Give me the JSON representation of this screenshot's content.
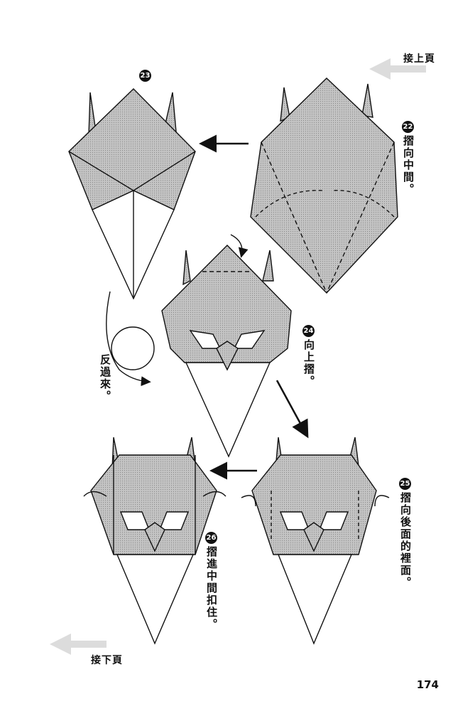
{
  "nav": {
    "next_page": "接上頁",
    "prev_page": "接下頁"
  },
  "steps": [
    {
      "number": "23",
      "text": ""
    },
    {
      "number": "22",
      "text": "摺向中間。"
    },
    {
      "number": "24",
      "text": "向上摺。"
    },
    {
      "number": "25",
      "text": "摺向後面的裡面。"
    },
    {
      "number": "26",
      "text": "摺進中間扣住。"
    }
  ],
  "turn_over": "反過來。",
  "page_number": "174",
  "colors": {
    "paper_gray": "#bdbdbd",
    "line": "#111111",
    "arrow_light": "#d9d9d9"
  }
}
